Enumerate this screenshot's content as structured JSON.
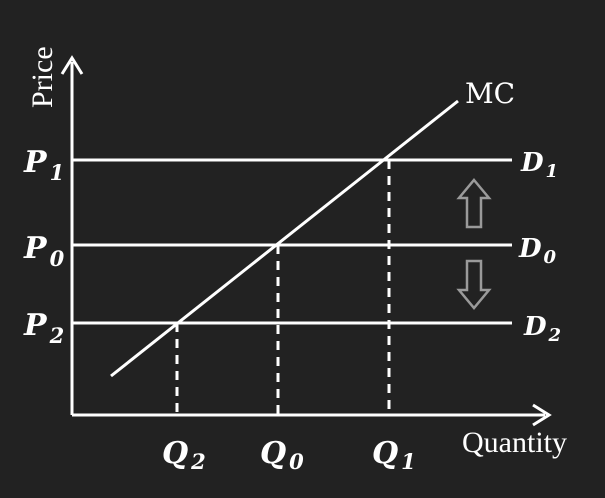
{
  "colors": {
    "background": "#222222",
    "foreground": "#ffffff",
    "shift_arrow": "#9a9a9a"
  },
  "axes": {
    "y_title": "Price",
    "x_title": "Quantity"
  },
  "supply_curve": {
    "label": "MC"
  },
  "price_levels": [
    {
      "id": "p1",
      "price_letter": "P",
      "price_sub": "1",
      "demand_letter": "D",
      "demand_sub": "1",
      "quantity_letter": "Q",
      "quantity_sub": "1"
    },
    {
      "id": "p0",
      "price_letter": "P",
      "price_sub": "0",
      "demand_letter": "D",
      "demand_sub": "0",
      "quantity_letter": "Q",
      "quantity_sub": "0"
    },
    {
      "id": "p2",
      "price_letter": "P",
      "price_sub": "2",
      "demand_letter": "D",
      "demand_sub": "2",
      "quantity_letter": "Q",
      "quantity_sub": "2"
    }
  ],
  "shift_arrows": [
    {
      "direction": "up",
      "icon": "hollow-up-arrow-icon"
    },
    {
      "direction": "down",
      "icon": "hollow-down-arrow-icon"
    }
  ]
}
